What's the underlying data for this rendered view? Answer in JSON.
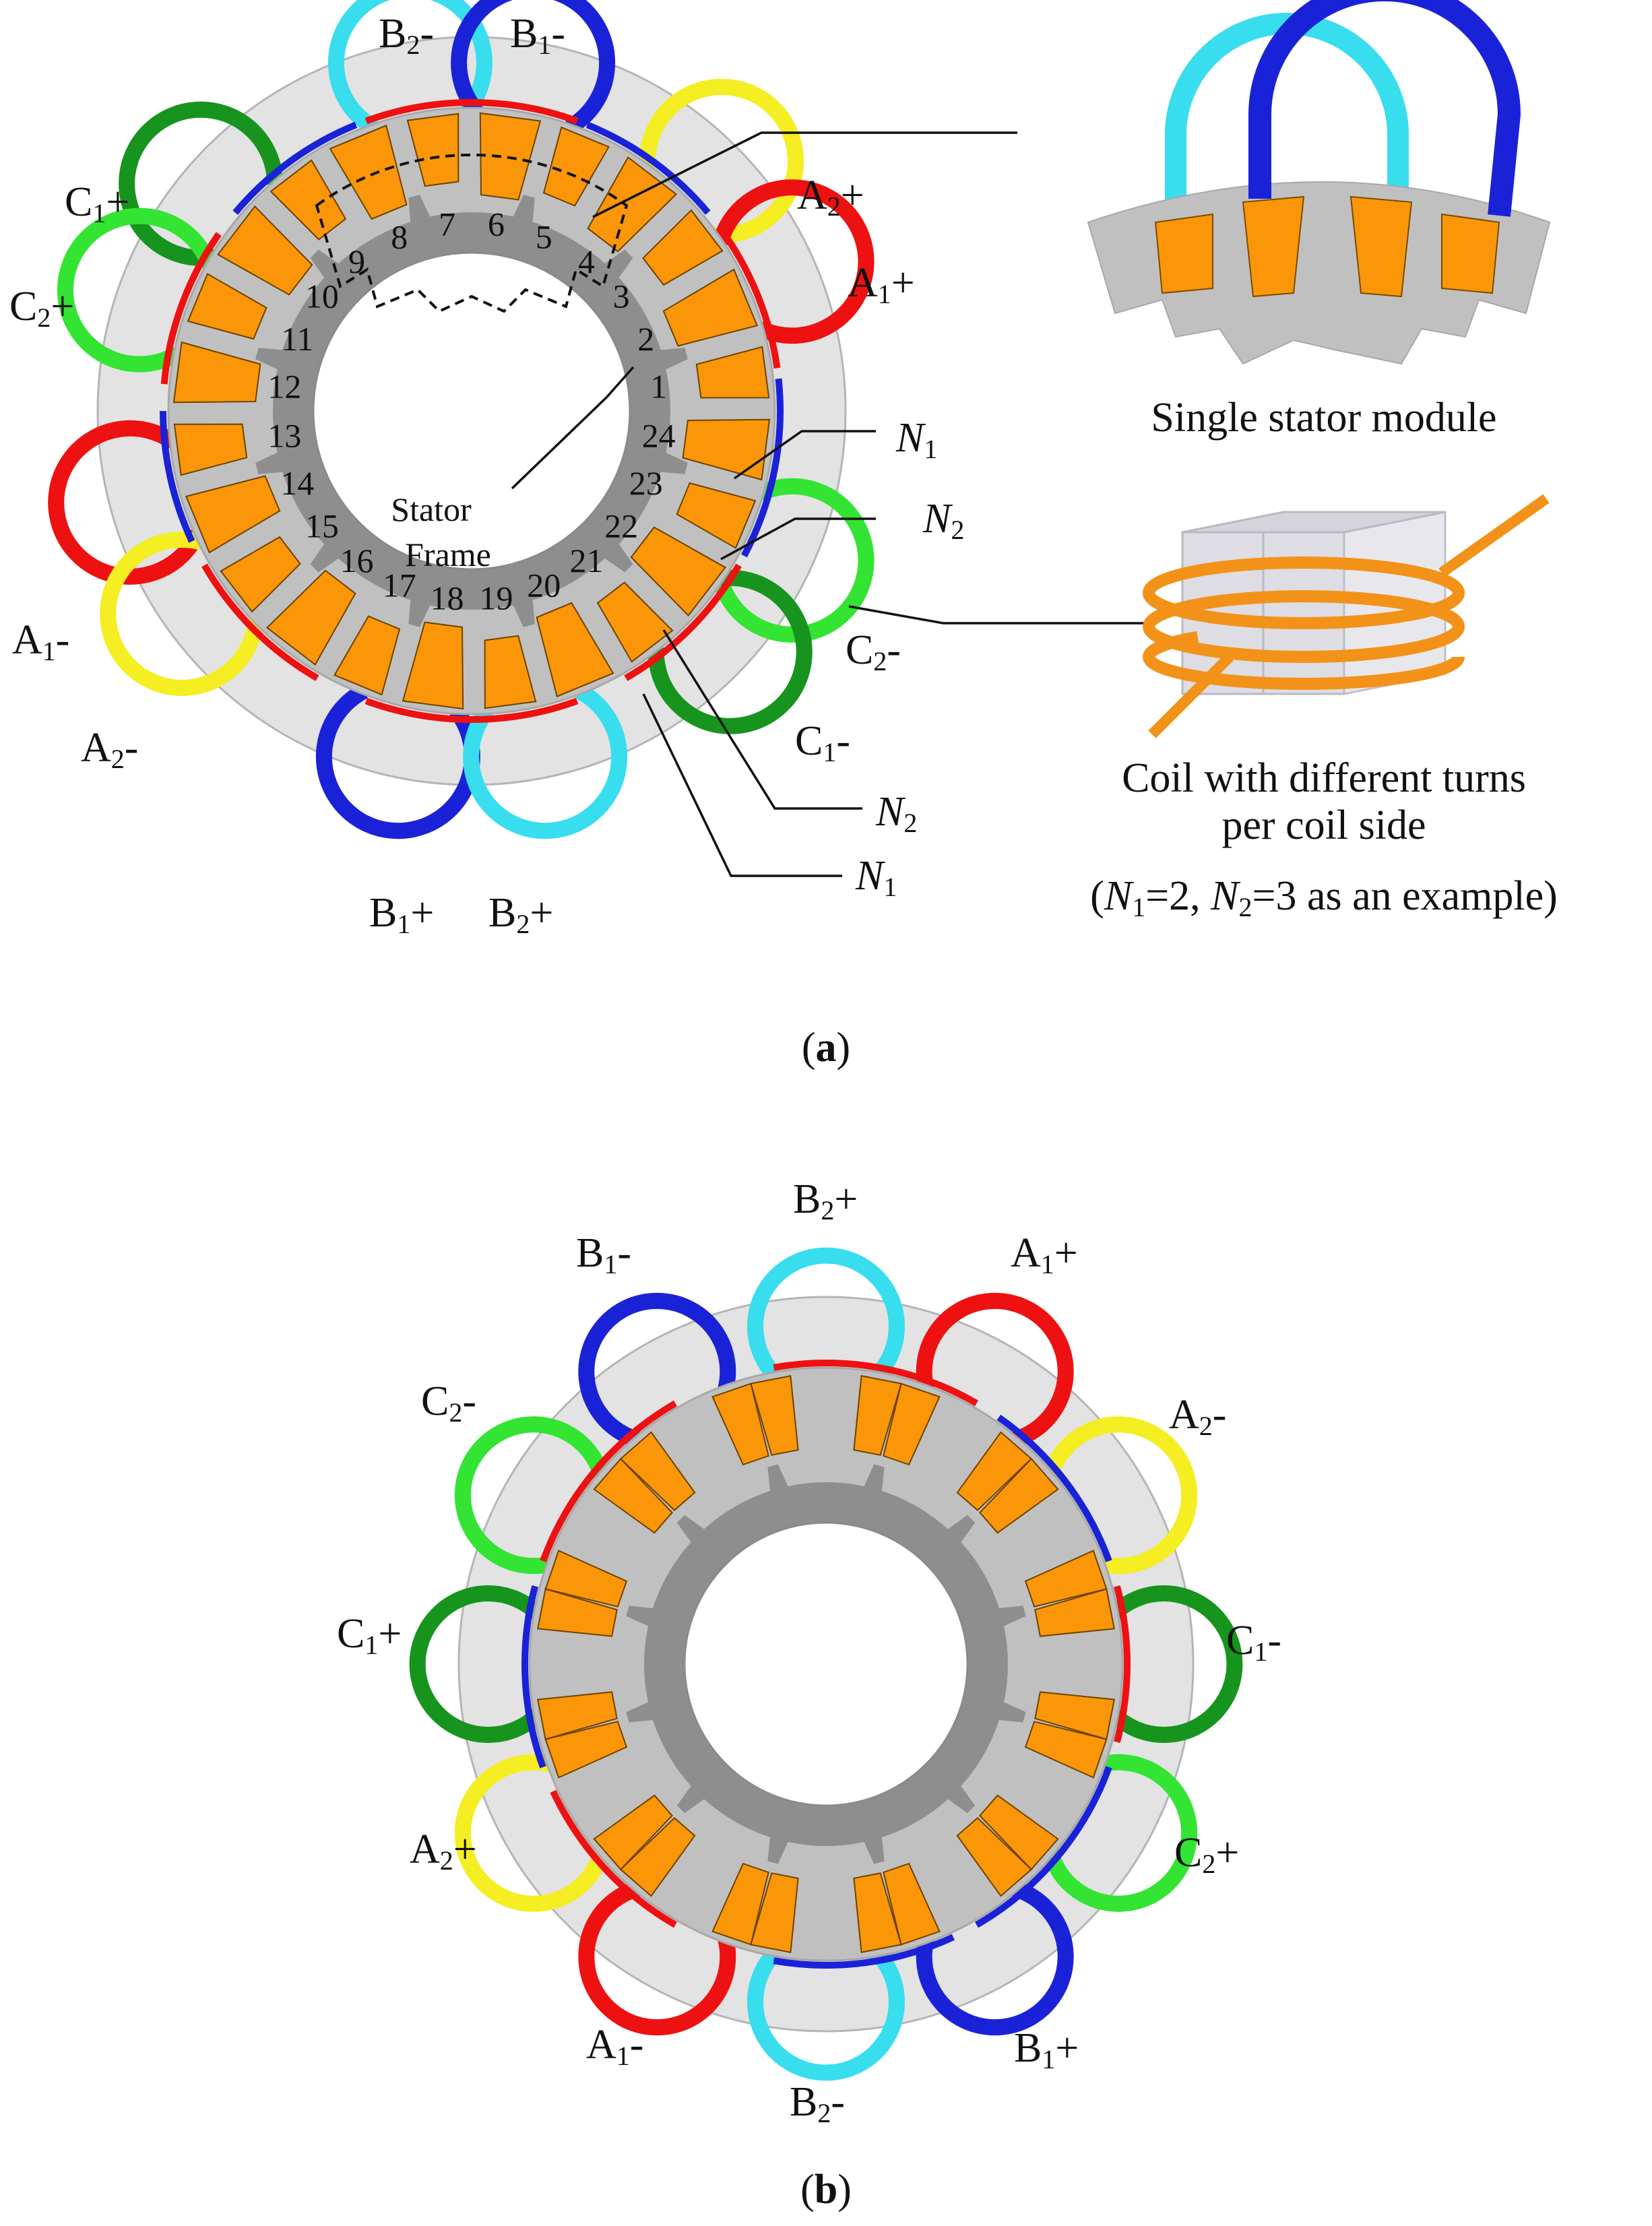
{
  "colors": {
    "orange": "#fb9608",
    "iron": "#c0c0c0",
    "iron_dark": "#8e8e8e",
    "yoke_ring": "#e3e3e3",
    "A1": "#ee1111",
    "A2": "#f4ee22",
    "B1": "#1a22d8",
    "B2": "#38ddee",
    "C1": "#17941d",
    "C2": "#33e433"
  },
  "panel_a": {
    "subcaption": "a",
    "slot_numbers": [
      "1",
      "2",
      "3",
      "4",
      "5",
      "6",
      "7",
      "8",
      "9",
      "10",
      "11",
      "12",
      "13",
      "14",
      "15",
      "16",
      "17",
      "18",
      "19",
      "20",
      "21",
      "22",
      "23",
      "24"
    ],
    "phase_labels": {
      "B2m": {
        "base": "B",
        "sub": "2",
        "sign": "-"
      },
      "B1m": {
        "base": "B",
        "sub": "1",
        "sign": "-"
      },
      "A2p": {
        "base": "A",
        "sub": "2",
        "sign": "+"
      },
      "A1p": {
        "base": "A",
        "sub": "1",
        "sign": "+"
      },
      "C1p": {
        "base": "C",
        "sub": "1",
        "sign": "+"
      },
      "C2p": {
        "base": "C",
        "sub": "2",
        "sign": "+"
      },
      "A1m": {
        "base": "A",
        "sub": "1",
        "sign": "-"
      },
      "A2m": {
        "base": "A",
        "sub": "2",
        "sign": "-"
      },
      "C2m": {
        "base": "C",
        "sub": "2",
        "sign": "-"
      },
      "C1m": {
        "base": "C",
        "sub": "1",
        "sign": "-"
      },
      "B1p": {
        "base": "B",
        "sub": "1",
        "sign": "+"
      },
      "B2p": {
        "base": "B",
        "sub": "2",
        "sign": "+"
      }
    },
    "stator_frame_line1": "Stator",
    "stator_frame_line2": "Frame",
    "turns_labels": {
      "n1_top": {
        "base": "N",
        "sub": "1"
      },
      "n2_top": {
        "base": "N",
        "sub": "2"
      },
      "n2_bottom": {
        "base": "N",
        "sub": "2"
      },
      "n1_bottom": {
        "base": "N",
        "sub": "1"
      }
    },
    "module_caption": "Single stator module",
    "coil_caption_line1": "Coil with different turns",
    "coil_caption_line2": "per coil side",
    "coil_caption_line3": {
      "open": "(",
      "n1": "N",
      "n1_sub": "1",
      "n1_val": "=2, ",
      "n2": "N",
      "n2_sub": "2",
      "tail": "=3 as an example)"
    }
  },
  "panel_b": {
    "subcaption": "b",
    "phase_labels": {
      "B2p": {
        "base": "B",
        "sub": "2",
        "sign": "+"
      },
      "B1m": {
        "base": "B",
        "sub": "1",
        "sign": "-"
      },
      "A1p": {
        "base": "A",
        "sub": "1",
        "sign": "+"
      },
      "C2m": {
        "base": "C",
        "sub": "2",
        "sign": "-"
      },
      "A2m": {
        "base": "A",
        "sub": "2",
        "sign": "-"
      },
      "C1p": {
        "base": "C",
        "sub": "1",
        "sign": "+"
      },
      "C1m": {
        "base": "C",
        "sub": "1",
        "sign": "-"
      },
      "A2p": {
        "base": "A",
        "sub": "2",
        "sign": "+"
      },
      "C2p": {
        "base": "C",
        "sub": "2",
        "sign": "+"
      },
      "A1m": {
        "base": "A",
        "sub": "1",
        "sign": "-"
      },
      "B1p": {
        "base": "B",
        "sub": "1",
        "sign": "+"
      },
      "B2m": {
        "base": "B",
        "sub": "2",
        "sign": "-"
      }
    }
  }
}
